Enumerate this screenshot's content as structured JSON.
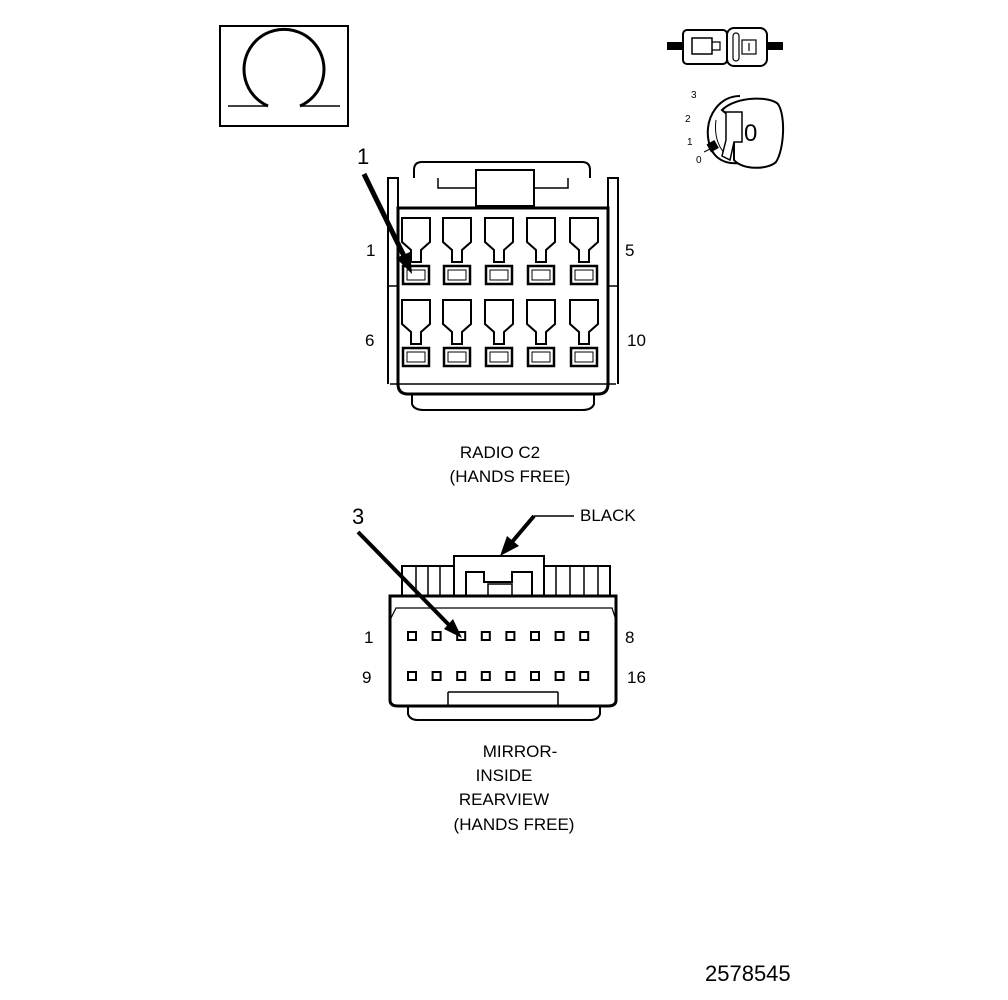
{
  "icons": {
    "ohm_symbol": "ohm-symbol-icon",
    "connector_plug": "connector-plug-icon",
    "ignition_key_switch": "ignition-key-switch-icon"
  },
  "key_switch": {
    "positions": [
      "3",
      "2",
      "1",
      "0"
    ],
    "key_face": "0"
  },
  "radio_connector": {
    "callout": "1",
    "pin_labels": {
      "top_left": "1",
      "top_right": "5",
      "bottom_left": "6",
      "bottom_right": "10"
    },
    "caption_line1": "RADIO C2",
    "caption_line2": "(HANDS FREE)"
  },
  "mirror_connector": {
    "callout": "3",
    "color_label": "BLACK",
    "pin_labels": {
      "top_left": "1",
      "top_right": "8",
      "bottom_left": "9",
      "bottom_right": "16"
    },
    "caption_line1": "MIRROR-",
    "caption_line2": "INSIDE",
    "caption_line3": "REARVIEW",
    "caption_line4": "(HANDS FREE)"
  },
  "figure_number": "2578545"
}
